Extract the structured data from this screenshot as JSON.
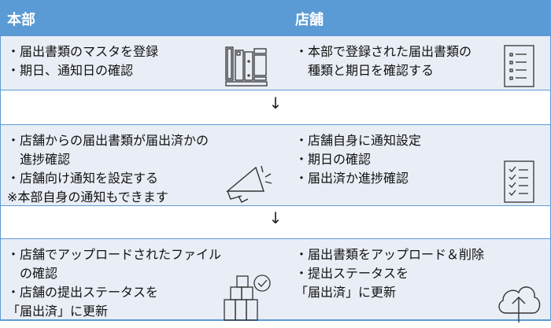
{
  "header": {
    "left": "本部",
    "right": "店舗"
  },
  "arrow": "↓",
  "rows": [
    {
      "left": [
        "・届出書類のマスタを登録",
        "・期日、通知日の確認"
      ],
      "right": [
        "・本部で登録された届出書類の",
        "　種類と期日を確認する"
      ],
      "left_icon": "books-icon",
      "right_icon": "list-document-icon"
    },
    {
      "left": [
        "・店舗からの届出書類が届出済かの",
        "　進捗確認",
        "・店舗向け通知を設定する",
        "※本部自身の通知もできます"
      ],
      "right": [
        "・店舗自身に通知設定",
        "・期日の確認",
        "・届出済か進捗確認"
      ],
      "left_icon": "megaphone-icon",
      "right_icon": "checklist-icon"
    },
    {
      "left": [
        "・店舗でアップロードされたファイル",
        "　の確認",
        "・店舗の提出ステータスを",
        "「届出済」に更新"
      ],
      "right": [
        "・届出書類をアップロード＆削除",
        "・提出ステータスを",
        "「届出済」に更新"
      ],
      "left_icon": "boxes-check-icon",
      "right_icon": "cloud-upload-icon"
    }
  ],
  "colors": {
    "header": "#5b9bd5",
    "row": "#e9eef6"
  }
}
